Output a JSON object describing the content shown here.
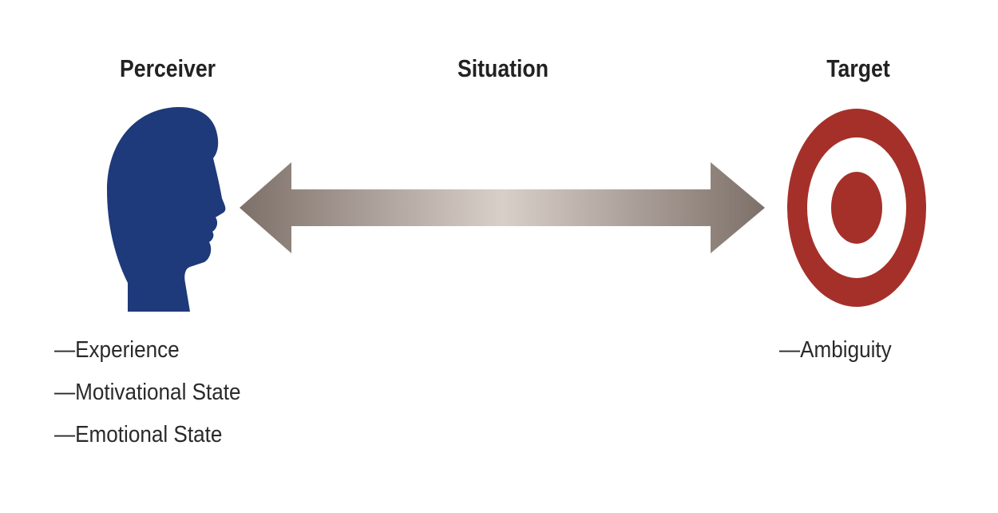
{
  "headings": {
    "perceiver": "Perceiver",
    "situation": "Situation",
    "target": "Target"
  },
  "perceiver": {
    "icon": "human-head-profile",
    "attributes": [
      "—Experience",
      "—Motivational State",
      "—Emotional State"
    ]
  },
  "target": {
    "icon": "bullseye",
    "attributes": [
      "—Ambiguity"
    ]
  },
  "situation": {
    "icon": "double-headed-arrow"
  },
  "colors": {
    "head": "#1f3a7a",
    "bullseye": "#a5302a",
    "arrow_edge": "#7d7069",
    "arrow_center": "#d9cfc9"
  }
}
